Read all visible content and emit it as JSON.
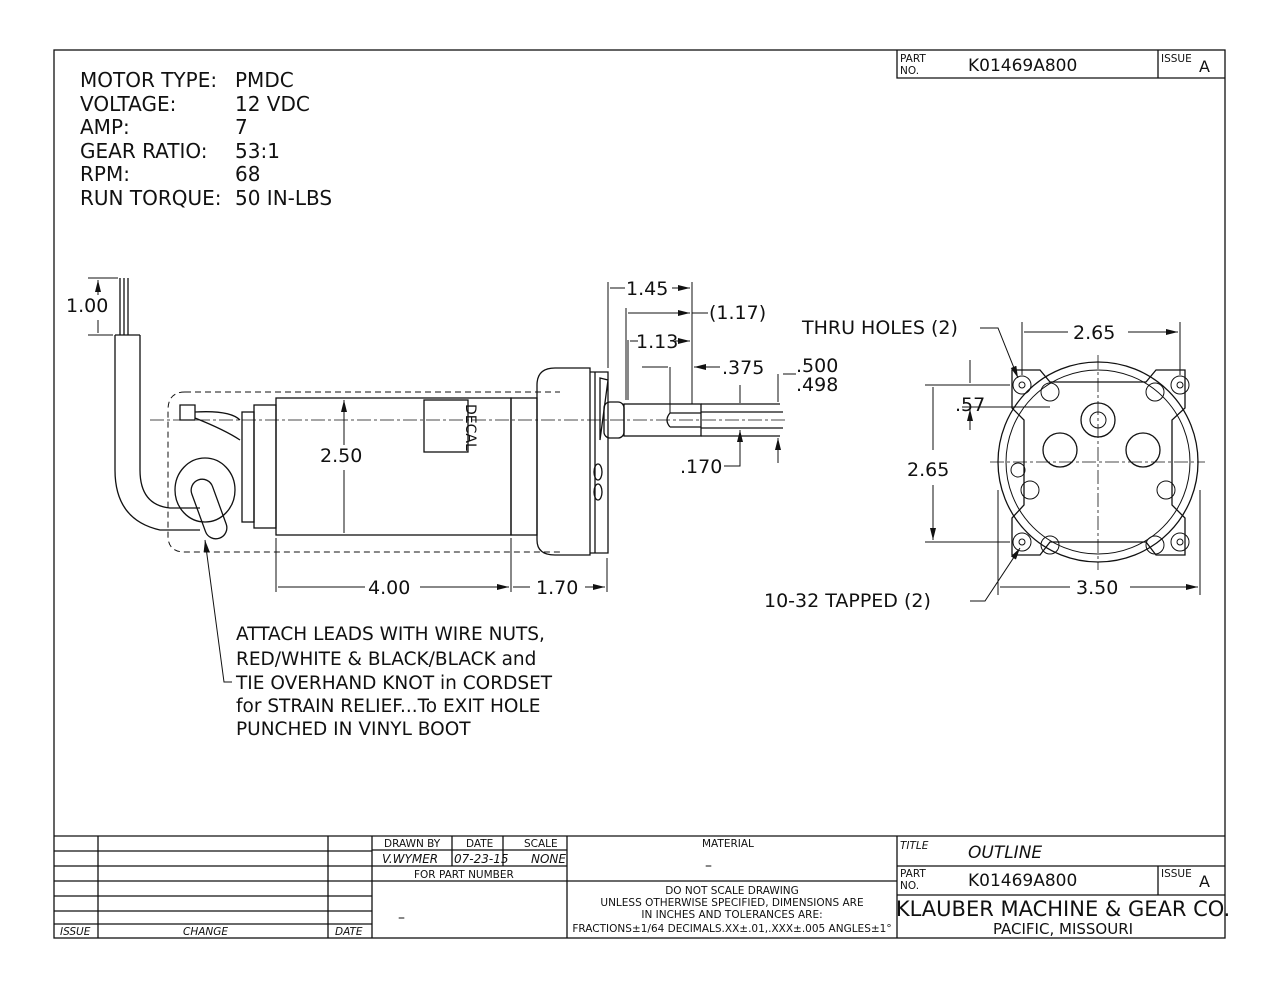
{
  "header": {
    "part_label_1": "PART",
    "part_label_2": "NO.",
    "part_number": "K01469A800",
    "issue_label": "ISSUE",
    "issue": "A"
  },
  "specs": [
    {
      "label": "MOTOR TYPE:",
      "value": "PMDC"
    },
    {
      "label": "VOLTAGE:",
      "value": "12 VDC"
    },
    {
      "label": "AMP:",
      "value": "7"
    },
    {
      "label": "GEAR RATIO:",
      "value": "53:1"
    },
    {
      "label": "RPM:",
      "value": "68"
    },
    {
      "label": "RUN TORQUE:",
      "value": "50 IN-LBS"
    }
  ],
  "dimensions": {
    "lead_length": "1.00",
    "diameter": "2.50",
    "body_length": "4.00",
    "gearbox_length": "1.70",
    "shaft_1": "1.45",
    "shaft_2": "(1.17)",
    "shaft_3": "1.13",
    "keyway": ".375",
    "shaft_dia_max": ".500",
    "shaft_dia_min": ".498",
    "flat": ".170",
    "hole_spacing_h": "2.65",
    "hole_spacing_v": "2.65",
    "offset": ".57",
    "face_width": "3.50"
  },
  "labels": {
    "decal": "DECAL",
    "thru_holes": "THRU HOLES (2)",
    "tapped": "10-32 TAPPED (2)"
  },
  "note_lines": [
    "ATTACH LEADS WITH WIRE NUTS,",
    "RED/WHITE & BLACK/BLACK and",
    "TIE OVERHAND KNOT in CORDSET",
    "for STRAIN RELIEF...To EXIT HOLE",
    "PUNCHED IN VINYL BOOT"
  ],
  "title_block": {
    "rev_issue": "ISSUE",
    "rev_change": "CHANGE",
    "rev_date": "DATE",
    "drawn_by_label": "DRAWN BY",
    "date_label": "DATE",
    "scale_label": "SCALE",
    "drawn_by": "V.WYMER",
    "date": "07-23-15",
    "scale": "NONE",
    "for_part_label": "FOR PART NUMBER",
    "for_part": "–",
    "material_label": "MATERIAL",
    "material": "–",
    "tol_1": "DO NOT SCALE DRAWING",
    "tol_2": "UNLESS OTHERWISE SPECIFIED, DIMENSIONS ARE",
    "tol_3": "IN INCHES AND TOLERANCES ARE:",
    "tol_4": "FRACTIONS±1/64  DECIMALS.XX±.01,.XXX±.005  ANGLES±1°",
    "title_label": "TITLE",
    "title": "OUTLINE",
    "part_label_1": "PART",
    "part_label_2": "NO.",
    "part_number": "K01469A800",
    "issue_label": "ISSUE",
    "issue": "A",
    "company": "KLAUBER MACHINE & GEAR CO.",
    "location": "PACIFIC, MISSOURI"
  }
}
